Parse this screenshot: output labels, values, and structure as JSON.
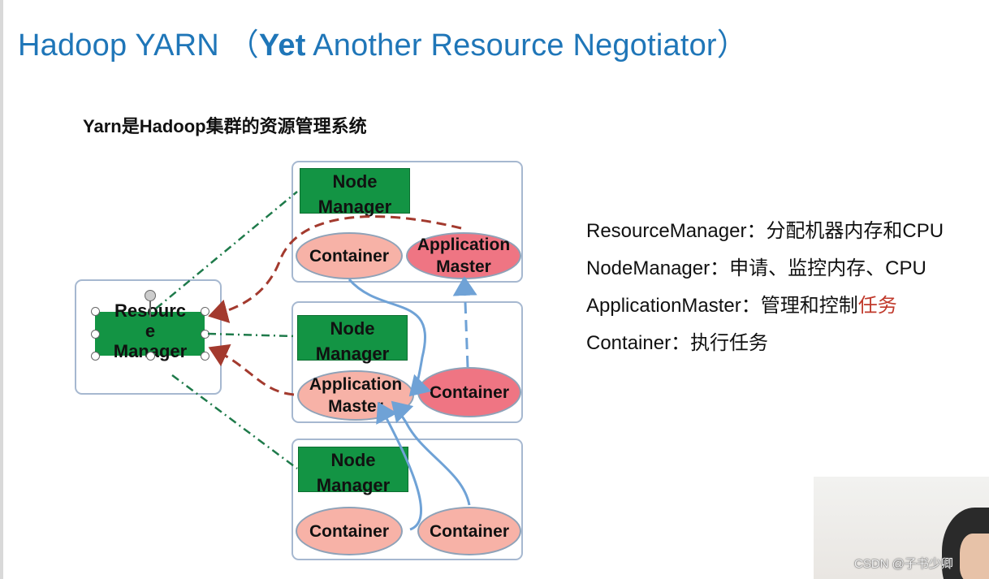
{
  "title": {
    "part1": "Hadoop YARN  （",
    "part2": "Yet",
    "part3": " Another Resource Negotiator）"
  },
  "subtitle": "Yarn是Hadoop集群的资源管理系统",
  "diagram": {
    "resource_manager": {
      "line1": "Resourc",
      "line2": "e",
      "line3": "Manager"
    },
    "nodes": [
      {
        "manager": {
          "line1": "Node",
          "line2": "Manager"
        },
        "left": {
          "line1": "Container",
          "line2": ""
        },
        "right": {
          "line1": "Application",
          "line2": "Master"
        }
      },
      {
        "manager": {
          "line1": "Node",
          "line2": "Manager"
        },
        "left": {
          "line1": "Application",
          "line2": "Master"
        },
        "right": {
          "line1": "Container",
          "line2": ""
        }
      },
      {
        "manager": {
          "line1": "Node",
          "line2": "Manager"
        },
        "left": {
          "line1": "Container",
          "line2": ""
        },
        "right": {
          "line1": "Container",
          "line2": ""
        }
      }
    ],
    "colors": {
      "node_manager": "#139444",
      "container_light": "#f7b2a7",
      "app_master_pink": "#ef7583",
      "heartbeat_line": "#1e7a4a",
      "request_line": "#a33a2e",
      "task_line": "#6fa2d6"
    }
  },
  "legend": [
    {
      "key": "ResourceManager",
      "sep": "：",
      "text": "分配机器内存和CPU",
      "highlight": ""
    },
    {
      "key": "NodeManager",
      "sep": "：",
      "text": "申请、监控内存、CPU",
      "highlight": ""
    },
    {
      "key": "ApplicationMaster",
      "sep": "：",
      "text": "管理和控制",
      "highlight": "任务"
    },
    {
      "key": "Container",
      "sep": "：",
      "text": "执行任务",
      "highlight": ""
    }
  ],
  "watermark": "CSDN @子书少卿"
}
